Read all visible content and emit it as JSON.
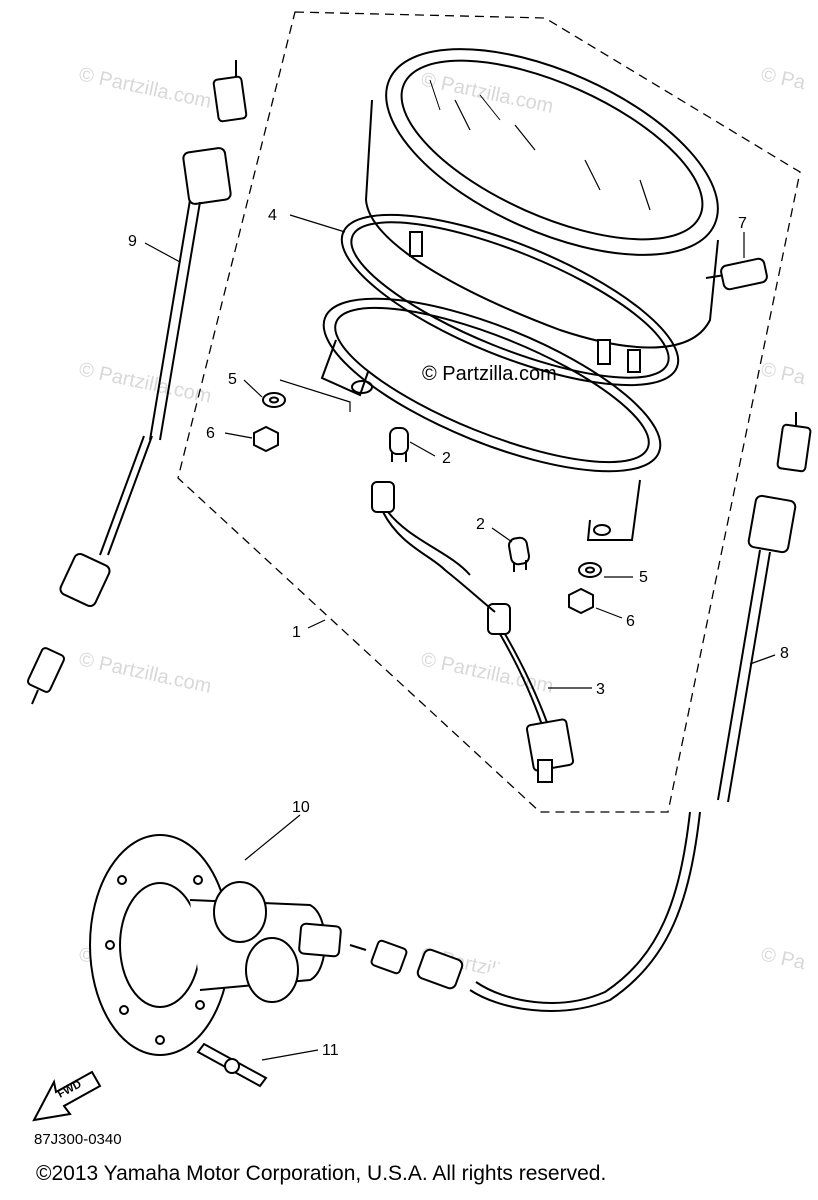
{
  "watermark": {
    "short": "© Pa",
    "full": "© Partzilla.com",
    "main": "© Partzilla.com"
  },
  "callouts": {
    "p1": "1",
    "p2a": "2",
    "p2b": "2",
    "p3": "3",
    "p4": "4",
    "p5a": "5",
    "p5b": "5",
    "p6a": "6",
    "p6b": "6",
    "p7": "7",
    "p8": "8",
    "p9": "9",
    "p10": "10",
    "p11": "11"
  },
  "fwd_label": "FWD",
  "diagram_code": "87J300-0340",
  "copyright": "©2013 Yamaha Motor Corporation, U.S.A. All rights reserved."
}
